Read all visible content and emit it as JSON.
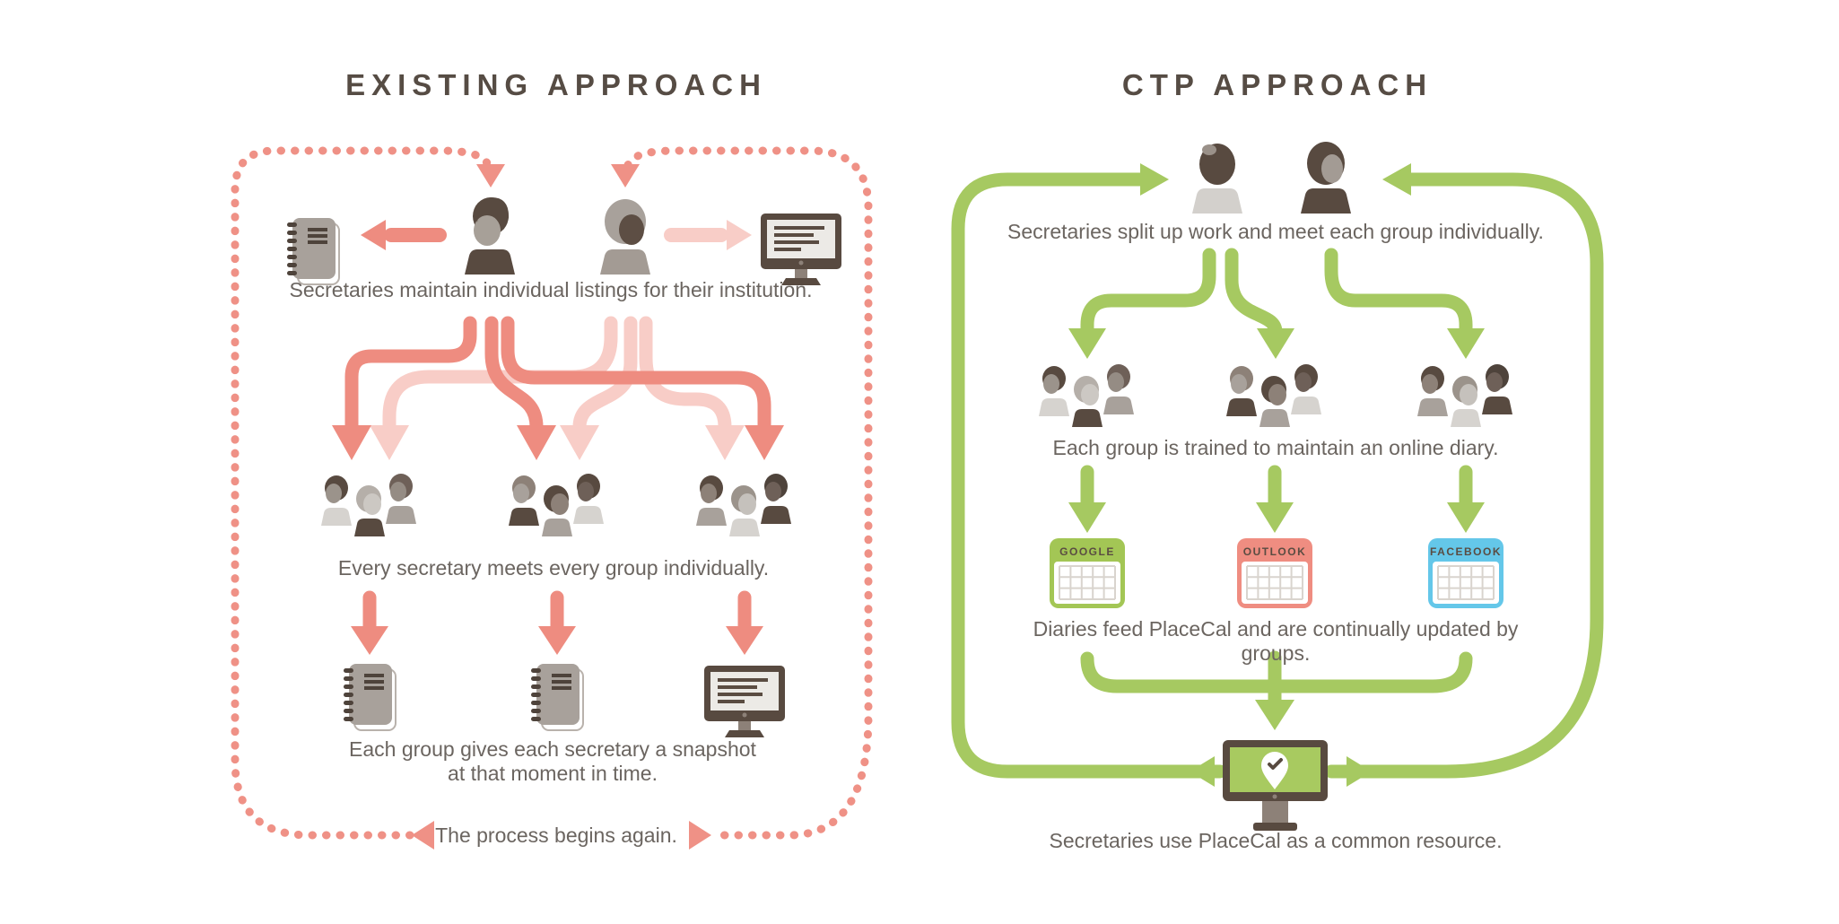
{
  "left_panel": {
    "title": "EXISTING APPROACH",
    "caption_top": "Secretaries maintain individual listings for their institution.",
    "caption_groups": "Every secretary meets every group individually.",
    "caption_snapshot_line1": "Each group gives each secretary a snapshot",
    "caption_snapshot_line2": "at that moment in time.",
    "caption_loop": "The process begins again.",
    "colors": {
      "arrow_dark": "#ee8c80",
      "arrow_light": "#f8cdc7",
      "dotted_loop": "#ef9186"
    }
  },
  "right_panel": {
    "title": "CTP APPROACH",
    "caption_top": "Secretaries split up work and meet each group individually.",
    "caption_groups": "Each group is trained to maintain an online diary.",
    "caption_diaries": "Diaries feed PlaceCal and are continually updated by groups.",
    "caption_resource": "Secretaries use PlaceCal as a common resource.",
    "loop_color": "#a6c961",
    "calendars": [
      {
        "label": "GOOGLE",
        "color": "#a3c655"
      },
      {
        "label": "OUTLOOK",
        "color": "#ef8d81"
      },
      {
        "label": "FACEBOOK",
        "color": "#64c7e9"
      }
    ]
  },
  "shared_colors": {
    "title_text": "#564c44",
    "body_text": "#6b6560",
    "figure_dark": "#584a40",
    "figure_grey": "#a8a19b"
  }
}
